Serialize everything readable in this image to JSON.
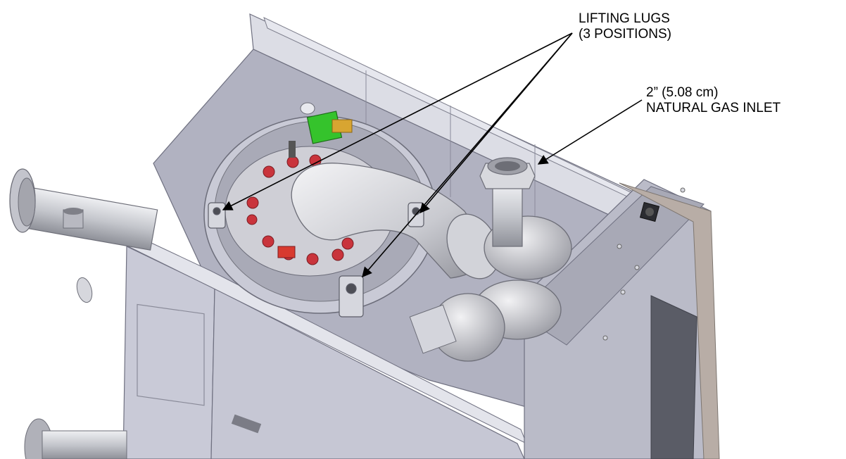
{
  "labels": {
    "lifting_lugs": {
      "line1": "LIFTING LUGS",
      "line2": "(3 POSITIONS)"
    },
    "gas_inlet": {
      "line1": "2” (5.08 cm)",
      "line2": "NATURAL GAS INLET"
    }
  },
  "colors": {
    "housing": "#c8c9d6",
    "inner_wall": "#a9aab8",
    "frame": "#dadbe3",
    "steel": "#c4c6cc",
    "valve_green": "#35c32c",
    "brass": "#d8a531",
    "bolt_red": "#c9343c",
    "trim": "#b5ada8",
    "panel_dark": "#5a5c66"
  }
}
